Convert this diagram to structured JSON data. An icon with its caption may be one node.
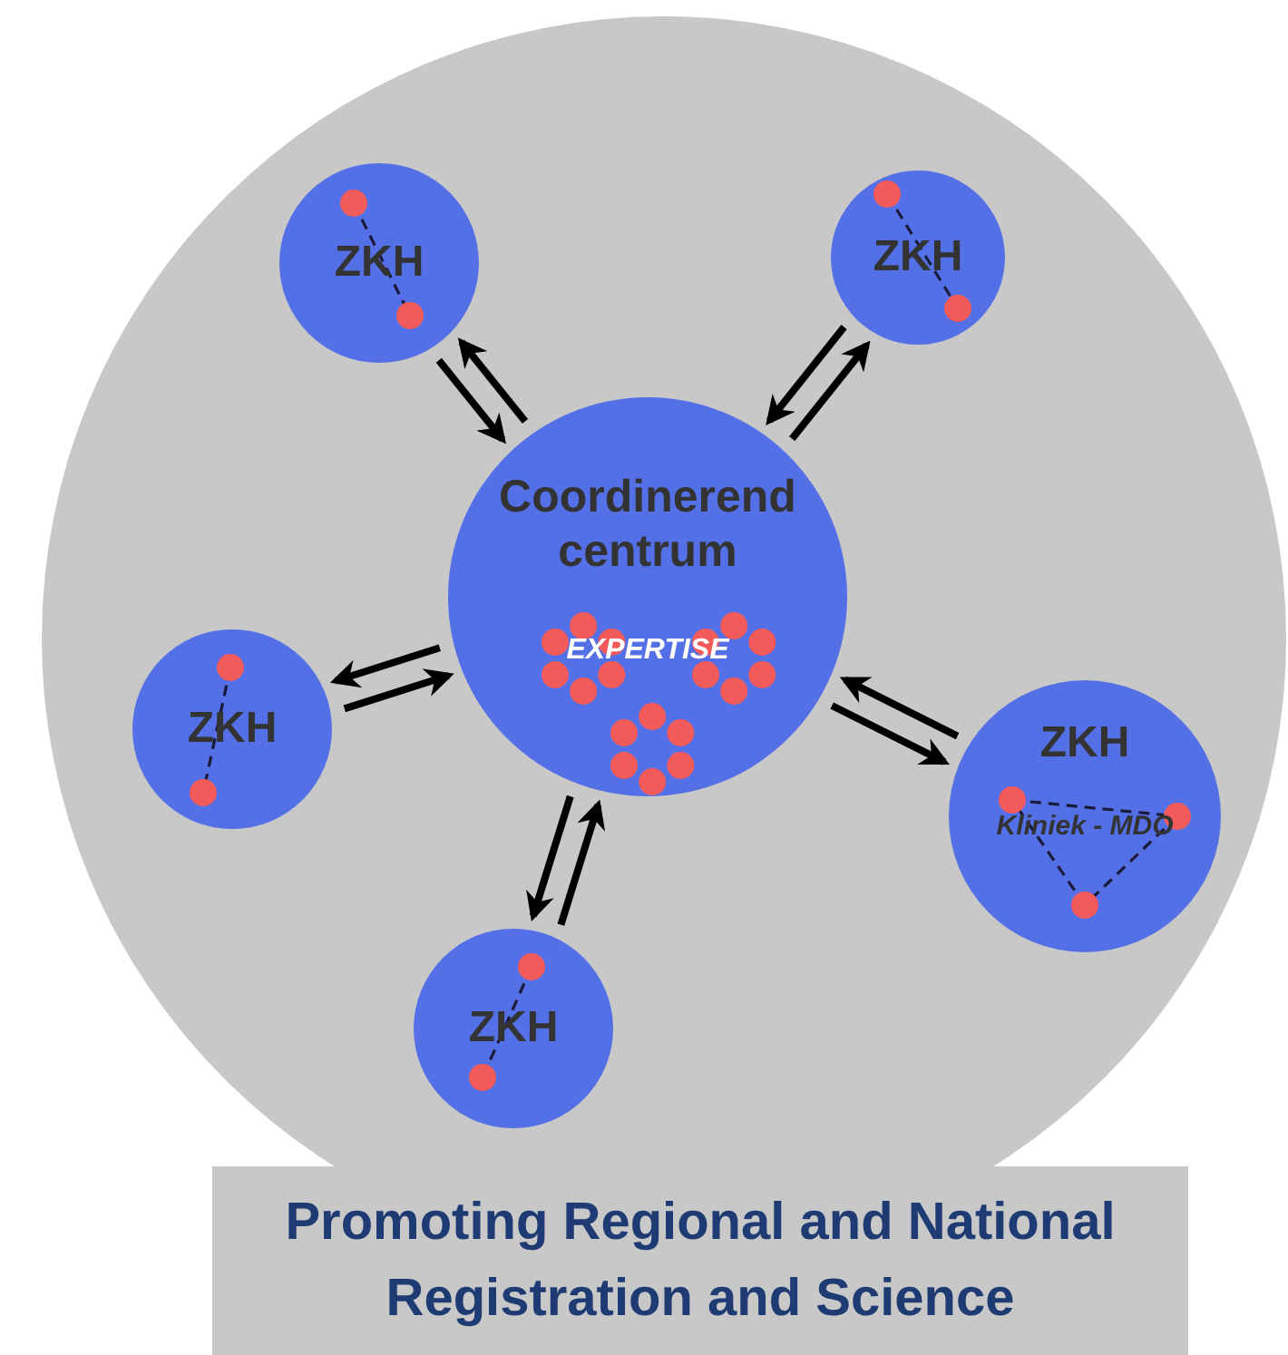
{
  "diagram": {
    "nodes": [
      {
        "text": [],
        "shape": "circle"
      },
      {
        "text": [
          "ZKH"
        ],
        "in": 0
      },
      {
        "text": [
          "ZKH"
        ],
        "in": 0
      },
      {
        "text": [
          "Coordinerend centrum",
          "EXPERTISE"
        ],
        "in": 0
      },
      {
        "text": [
          "ZKH"
        ],
        "in": 0
      },
      {
        "text": [
          "ZKH",
          "Kliniek - MDO"
        ],
        "in": 0
      },
      {
        "text": [
          "ZKH"
        ],
        "in": 0
      },
      {
        "text": [
          "Promoting Regional and National Registration and Science"
        ]
      }
    ],
    "edges": [
      {
        "from": 3,
        "to": 1,
        "arrow": "to"
      },
      {
        "from": 1,
        "to": 3,
        "arrow": "to"
      },
      {
        "from": 3,
        "to": 2,
        "arrow": "to"
      },
      {
        "from": 2,
        "to": 3,
        "arrow": "to"
      },
      {
        "from": 3,
        "to": 4,
        "arrow": "to"
      },
      {
        "from": 4,
        "to": 3,
        "arrow": "to"
      },
      {
        "from": 3,
        "to": 5,
        "arrow": "to"
      },
      {
        "from": 5,
        "to": 3,
        "arrow": "to"
      },
      {
        "from": 3,
        "to": 6,
        "arrow": "to"
      },
      {
        "from": 6,
        "to": 3,
        "arrow": "to"
      }
    ]
  }
}
